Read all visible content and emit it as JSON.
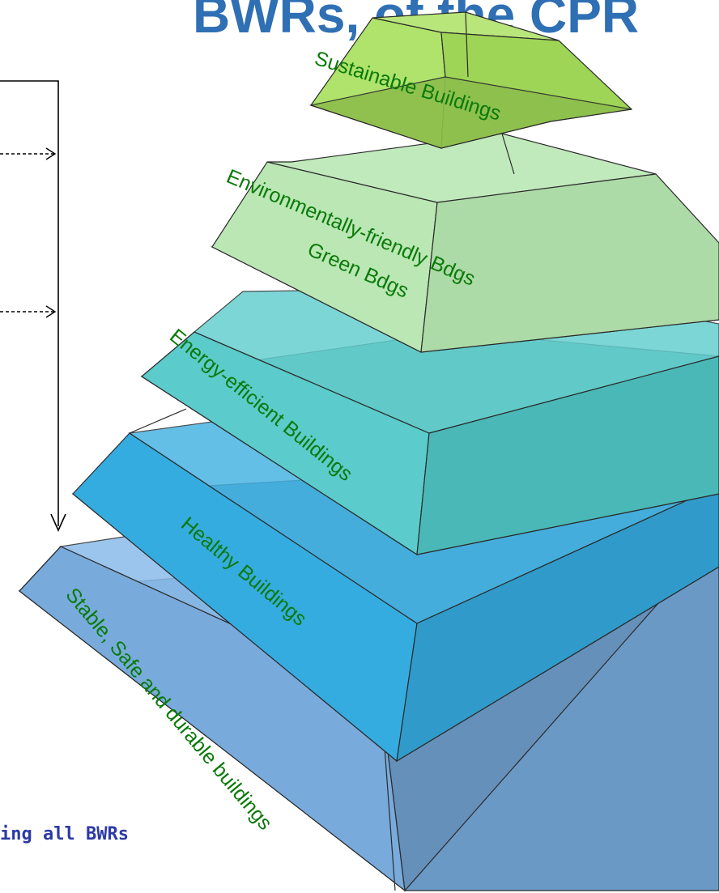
{
  "header": {
    "title_fragment": "BWRs, of the CPR"
  },
  "pyramid": {
    "tiers": [
      {
        "label": "Sustainable Buildings",
        "color": "#a6e05a"
      },
      {
        "label": "Environmentally-friendly Bdgs",
        "sublabel": "Green Bdgs",
        "color": "#b6e6b0"
      },
      {
        "label": "Energy-efficient Buildings",
        "color": "#52c8c8"
      },
      {
        "label": "Healthy Buildings",
        "color": "#35ace0"
      },
      {
        "label": "Stable, Safe and durable buildings",
        "color": "#7eb4e8"
      }
    ]
  },
  "footer": {
    "caption": "ing all BWRs"
  }
}
